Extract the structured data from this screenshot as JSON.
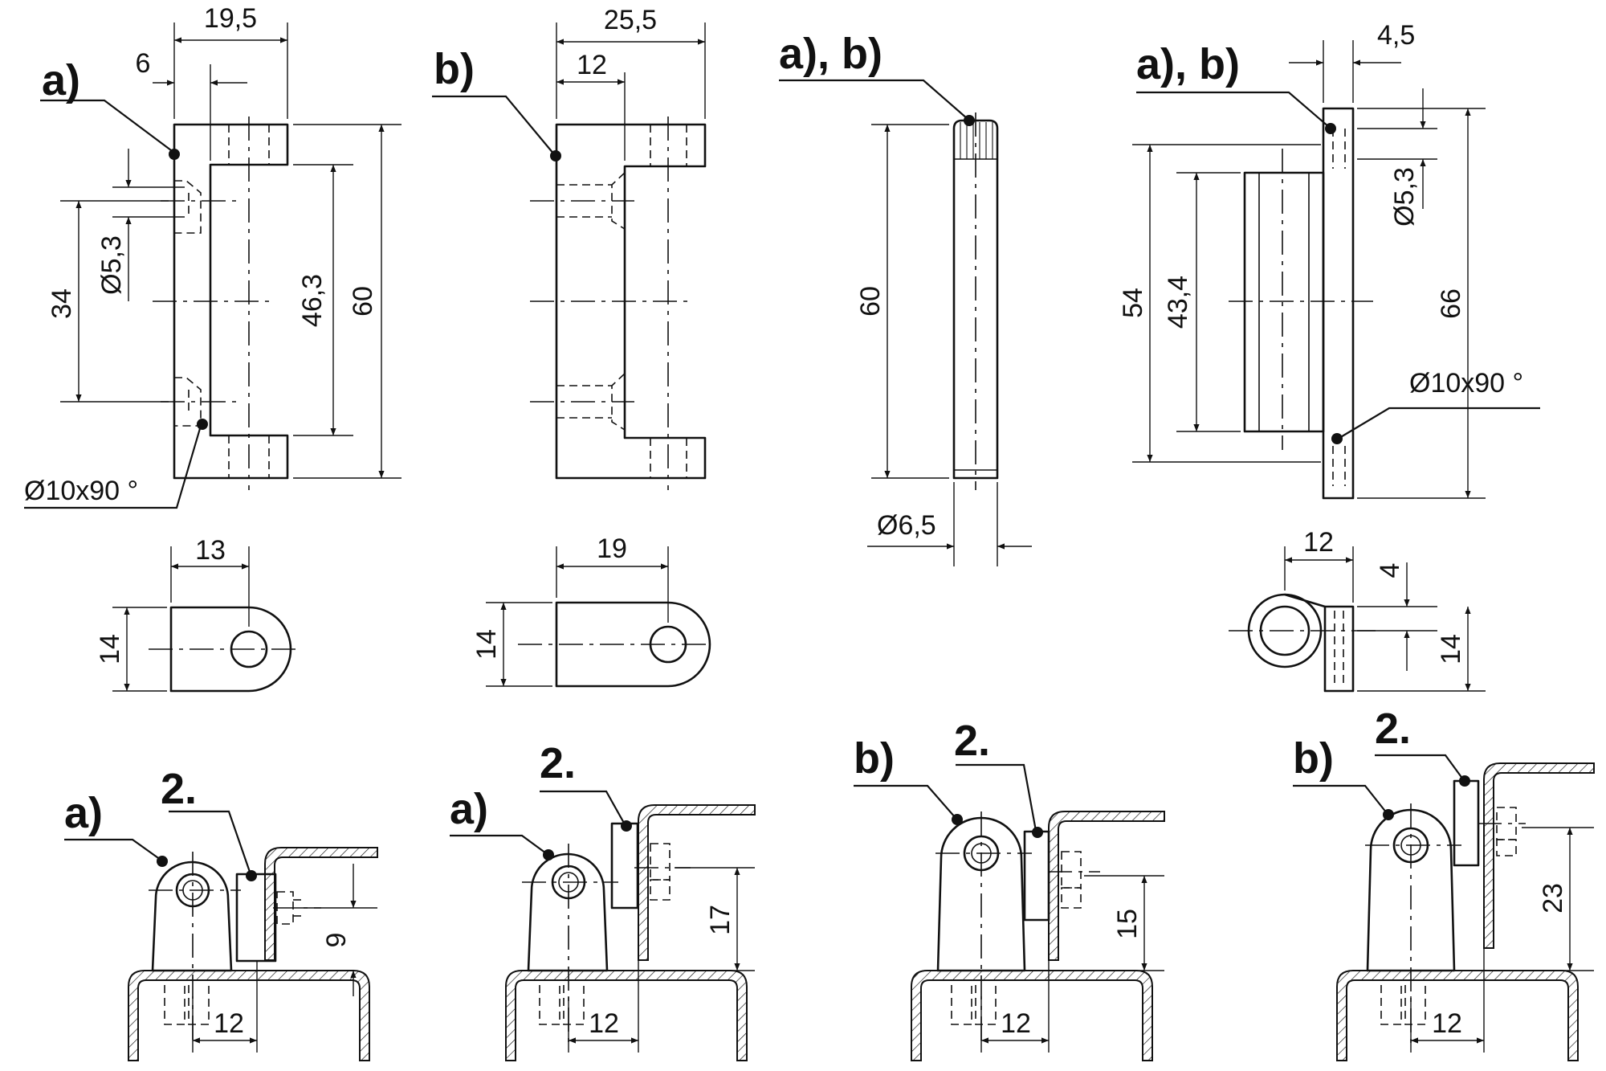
{
  "labels": {
    "a": "a)",
    "b": "b)",
    "ab": "a), b)",
    "two": "2."
  },
  "dims": {
    "d19_5": "19,5",
    "d6": "6",
    "d5_3": "Ø5,3",
    "d34": "34",
    "d46_3": "46,3",
    "d60": "60",
    "d10x90": "Ø10x90 °",
    "d13": "13",
    "d14": "14",
    "d25_5": "25,5",
    "d12": "12",
    "d19": "19",
    "d6_5": "Ø6,5",
    "d4_5": "4,5",
    "d54": "54",
    "d43_4": "43,4",
    "d66": "66",
    "d4": "4",
    "d9": "9",
    "d17": "17",
    "d15": "15",
    "d23": "23"
  }
}
